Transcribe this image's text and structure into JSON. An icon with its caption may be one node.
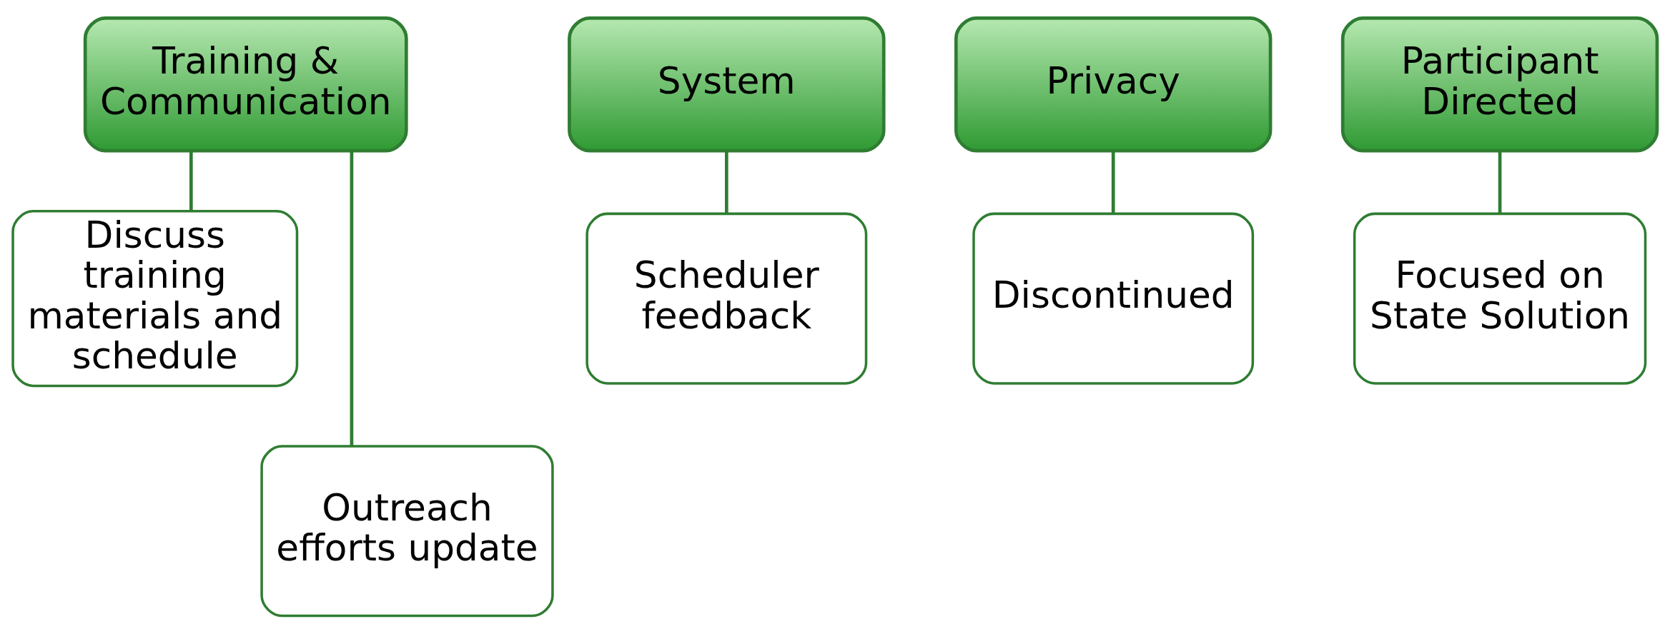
{
  "diagram": {
    "nodes": [
      {
        "text": [
          "Training & Communication"
        ]
      },
      {
        "text": [
          "Discuss training materials and schedule"
        ]
      },
      {
        "text": [
          "Outreach efforts update"
        ]
      },
      {
        "text": [
          "System"
        ]
      },
      {
        "text": [
          "Scheduler feedback"
        ]
      },
      {
        "text": [
          "Privacy"
        ]
      },
      {
        "text": [
          "Discontinued"
        ]
      },
      {
        "text": [
          "Participant Directed"
        ]
      },
      {
        "text": [
          "Focused on State Solution"
        ]
      }
    ],
    "edges": [
      {
        "from": 0,
        "to": 1,
        "arrow": "none"
      },
      {
        "from": 0,
        "to": 2,
        "arrow": "none"
      },
      {
        "from": 3,
        "to": 4,
        "arrow": "none"
      },
      {
        "from": 5,
        "to": 6,
        "arrow": "none"
      },
      {
        "from": 7,
        "to": 8,
        "arrow": "none"
      }
    ]
  }
}
